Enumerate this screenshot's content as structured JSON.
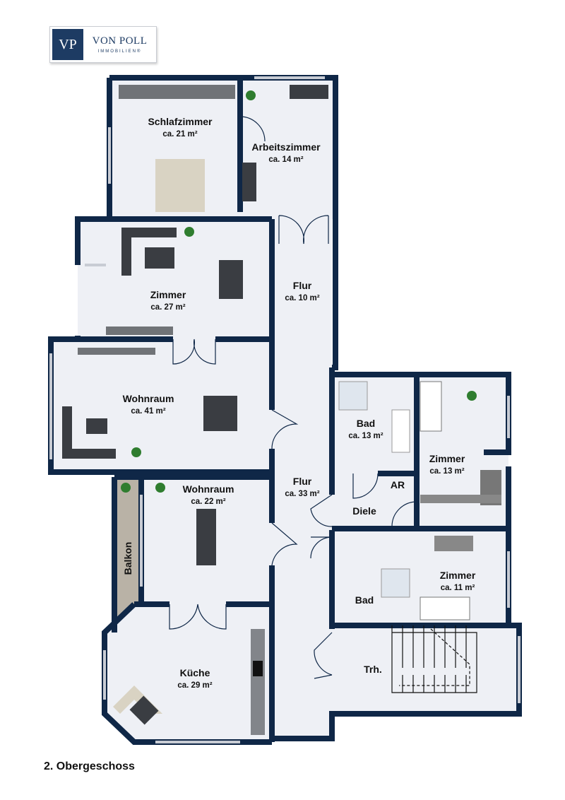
{
  "logo": {
    "mark": "VP",
    "name": "VON POLL",
    "sub": "IMMOBILIEN®"
  },
  "rooms": [
    {
      "name": "Schlafzimmer",
      "area": "ca. 21 m²"
    },
    {
      "name": "Arbeitszimmer",
      "area": "ca. 14 m²"
    },
    {
      "name": "Zimmer",
      "area": "ca. 27 m²"
    },
    {
      "name": "Flur",
      "area": "ca. 10 m²"
    },
    {
      "name": "Wohnraum",
      "area": "ca. 41 m²"
    },
    {
      "name": "Bad",
      "area": "ca. 13 m²"
    },
    {
      "name": "Zimmer",
      "area": "ca. 13 m²"
    },
    {
      "name": "AR"
    },
    {
      "name": "Diele"
    },
    {
      "name": "Wohnraum",
      "area": "ca. 22 m²"
    },
    {
      "name": "Flur",
      "area": "ca. 33 m²"
    },
    {
      "name": "Zimmer",
      "area": "ca. 11 m²"
    },
    {
      "name": "Bad"
    },
    {
      "name": "Balkon"
    },
    {
      "name": "Küche",
      "area": "ca. 29 m²"
    },
    {
      "name": "Trh."
    }
  ],
  "floor_label": "2. Obergeschoss",
  "colors": {
    "wall": "#0f2747",
    "floor": "#eef0f5",
    "brand": "#1d3b63"
  }
}
